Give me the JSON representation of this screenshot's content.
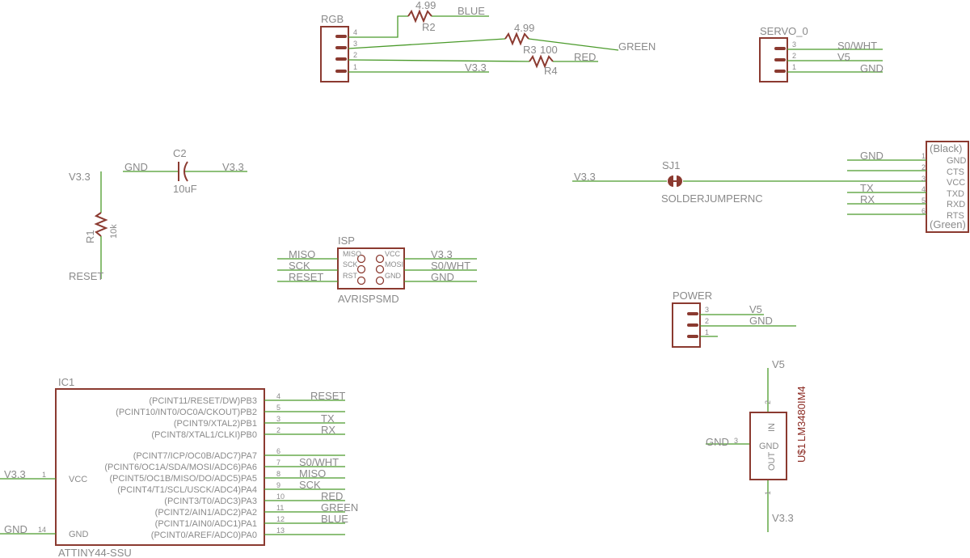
{
  "rgb": {
    "name": "RGB",
    "pins": [
      "4",
      "3",
      "2",
      "1"
    ]
  },
  "r2": {
    "name": "R2",
    "value": "4.99"
  },
  "r3": {
    "name": "R3",
    "value": "4.99"
  },
  "r4": {
    "name": "R4",
    "value": "100"
  },
  "nets": {
    "blue": "BLUE",
    "green": "GREEN",
    "red": "RED",
    "v33": "V3.3",
    "v5": "V5",
    "gnd": "GND",
    "s0wht": "S0/WHT",
    "miso": "MISO",
    "sck": "SCK",
    "reset": "RESET",
    "tx": "TX",
    "rx": "RX"
  },
  "servo": {
    "name": "SERVO_0",
    "pins": [
      "3",
      "2",
      "1"
    ]
  },
  "c2": {
    "name": "C2",
    "value": "10uF"
  },
  "r1": {
    "name": "R1",
    "value": "10k"
  },
  "sj1": {
    "name": "SJ1",
    "value": "SOLDERJUMPERNC"
  },
  "ftdi": {
    "top": "(Black)",
    "bottom": "(Green)",
    "pins": [
      "1",
      "2",
      "3",
      "4",
      "5",
      "6"
    ],
    "labels": [
      "GND",
      "CTS",
      "VCC",
      "TXD",
      "RXD",
      "RTS"
    ]
  },
  "isp": {
    "name": "ISP",
    "value": "AVRISPSMD",
    "left": [
      "MISO",
      "SCK",
      "RST"
    ],
    "right": [
      "VCC",
      "MOSI",
      "GND"
    ]
  },
  "power": {
    "name": "POWER",
    "pins": [
      "3",
      "2",
      "1"
    ]
  },
  "reg": {
    "name": "U$1",
    "value": "LM3480IM4",
    "in": "IN",
    "gnd": "GND",
    "out": "OUT",
    "pin_in": "2",
    "pin_gnd": "3",
    "pin_out": "1"
  },
  "ic1": {
    "name": "IC1",
    "value": "ATTINY44-SSU",
    "vcc": "VCC",
    "gnd": "GND",
    "pin_vcc": "1",
    "pin_gnd": "14",
    "right_pins": [
      {
        "num": "4",
        "label": "(PCINT11/RESET/DW)PB3",
        "net": "RESET"
      },
      {
        "num": "5",
        "label": "(PCINT10/INT0/OC0A/CKOUT)PB2",
        "net": ""
      },
      {
        "num": "3",
        "label": "(PCINT9/XTAL2)PB1",
        "net": "TX"
      },
      {
        "num": "2",
        "label": "(PCINT8/XTAL1/CLKI)PB0",
        "net": "RX"
      },
      {
        "num": "6",
        "label": "(PCINT7/ICP/OC0B/ADC7)PA7",
        "net": ""
      },
      {
        "num": "7",
        "label": "(PCINT6/OC1A/SDA/MOSI/ADC6)PA6",
        "net": "S0/WHT"
      },
      {
        "num": "8",
        "label": "(PCINT5/OC1B/MISO/DO/ADC5)PA5",
        "net": "MISO"
      },
      {
        "num": "9",
        "label": "(PCINT4/T1/SCL/USCK/ADC4)PA4",
        "net": "SCK"
      },
      {
        "num": "10",
        "label": "(PCINT3/T0/ADC3)PA3",
        "net": "RED"
      },
      {
        "num": "11",
        "label": "(PCINT2/AIN1/ADC2)PA2",
        "net": "GREEN"
      },
      {
        "num": "12",
        "label": "(PCINT1/AIN0/ADC1)PA1",
        "net": "BLUE"
      },
      {
        "num": "13",
        "label": "(PCINT0/AREF/ADC0)PA0",
        "net": ""
      }
    ]
  }
}
